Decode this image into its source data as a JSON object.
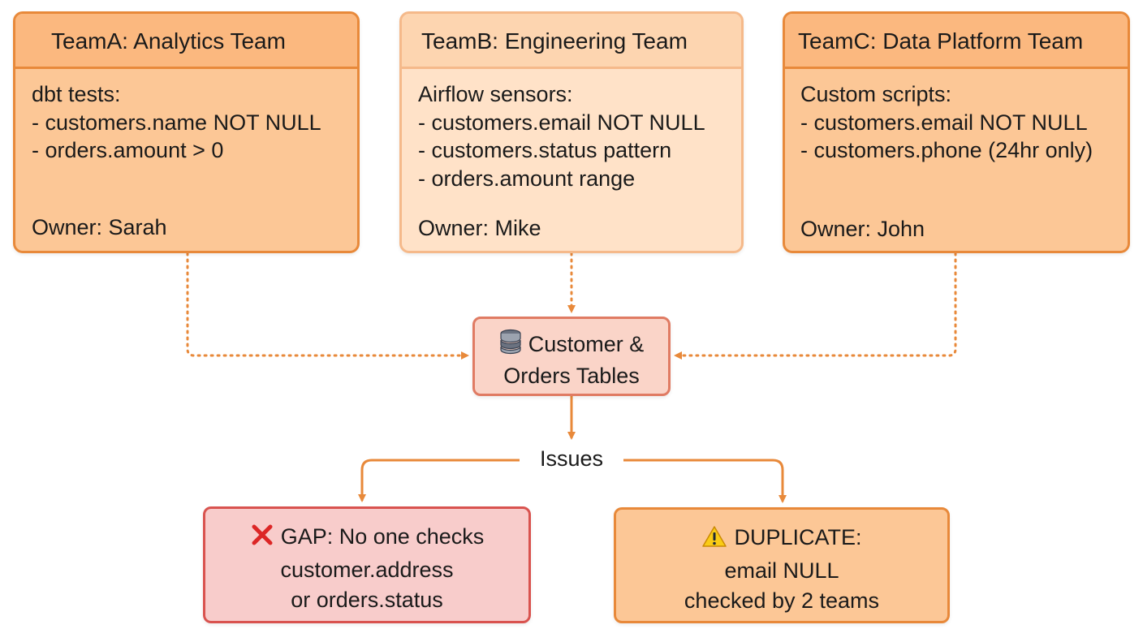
{
  "teams": [
    {
      "title": "TeamA: Analytics Team",
      "tool": "dbt tests:",
      "checks": [
        "- customers.name NOT NULL",
        "- orders.amount > 0"
      ],
      "owner": "Owner: Sarah"
    },
    {
      "title": "TeamB: Engineering Team",
      "tool": "Airflow sensors:",
      "checks": [
        "- customers.email NOT NULL",
        "- customers.status pattern",
        "- orders.amount range"
      ],
      "owner": "Owner: Mike"
    },
    {
      "title": "TeamC: Data Platform Team",
      "tool": "Custom scripts:",
      "checks": [
        "- customers.email NOT NULL",
        "- customers.phone (24hr only)"
      ],
      "owner": "Owner: John"
    }
  ],
  "hub": {
    "icon": "database-icon",
    "line1": "Customer &",
    "line2": "Orders Tables"
  },
  "issues_label": "Issues",
  "gap": {
    "icon": "red-x-icon",
    "line1": "GAP:  No one checks",
    "line2": "customer.address",
    "line3": "or orders.status"
  },
  "duplicate": {
    "icon": "warning-icon",
    "line1": "DUPLICATE:",
    "line2": "email NULL",
    "line3": "checked by 2 teams"
  },
  "colors": {
    "accent_orange": "#e8893a",
    "team_fill": "#fcc796",
    "team_light_fill": "#ffe2c8",
    "hub_fill": "#fad4c8",
    "gap_fill": "#f8cccb",
    "gap_border": "#d9534f"
  }
}
